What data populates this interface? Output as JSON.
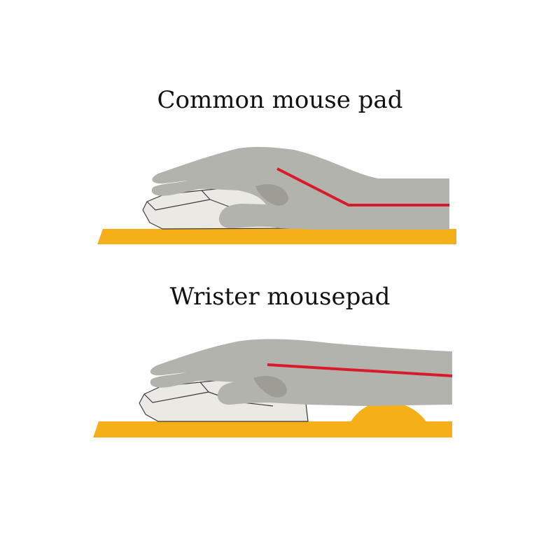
{
  "panels": [
    {
      "id": "common",
      "caption": "Common mouse pad",
      "wrist_angle": "bent",
      "has_wrist_support": false
    },
    {
      "id": "wrister",
      "caption": "Wrister mousepad",
      "wrist_angle": "straight",
      "has_wrist_support": true
    }
  ],
  "colors": {
    "pad": "#F5AF19",
    "hand": "#B3B3AD",
    "hand_shadow": "#9D9D95",
    "mouse": "#EAE9E4",
    "mouse_outline": "#3A3A3A",
    "wrist_line": "#D81B2A",
    "caption": "#111111"
  }
}
